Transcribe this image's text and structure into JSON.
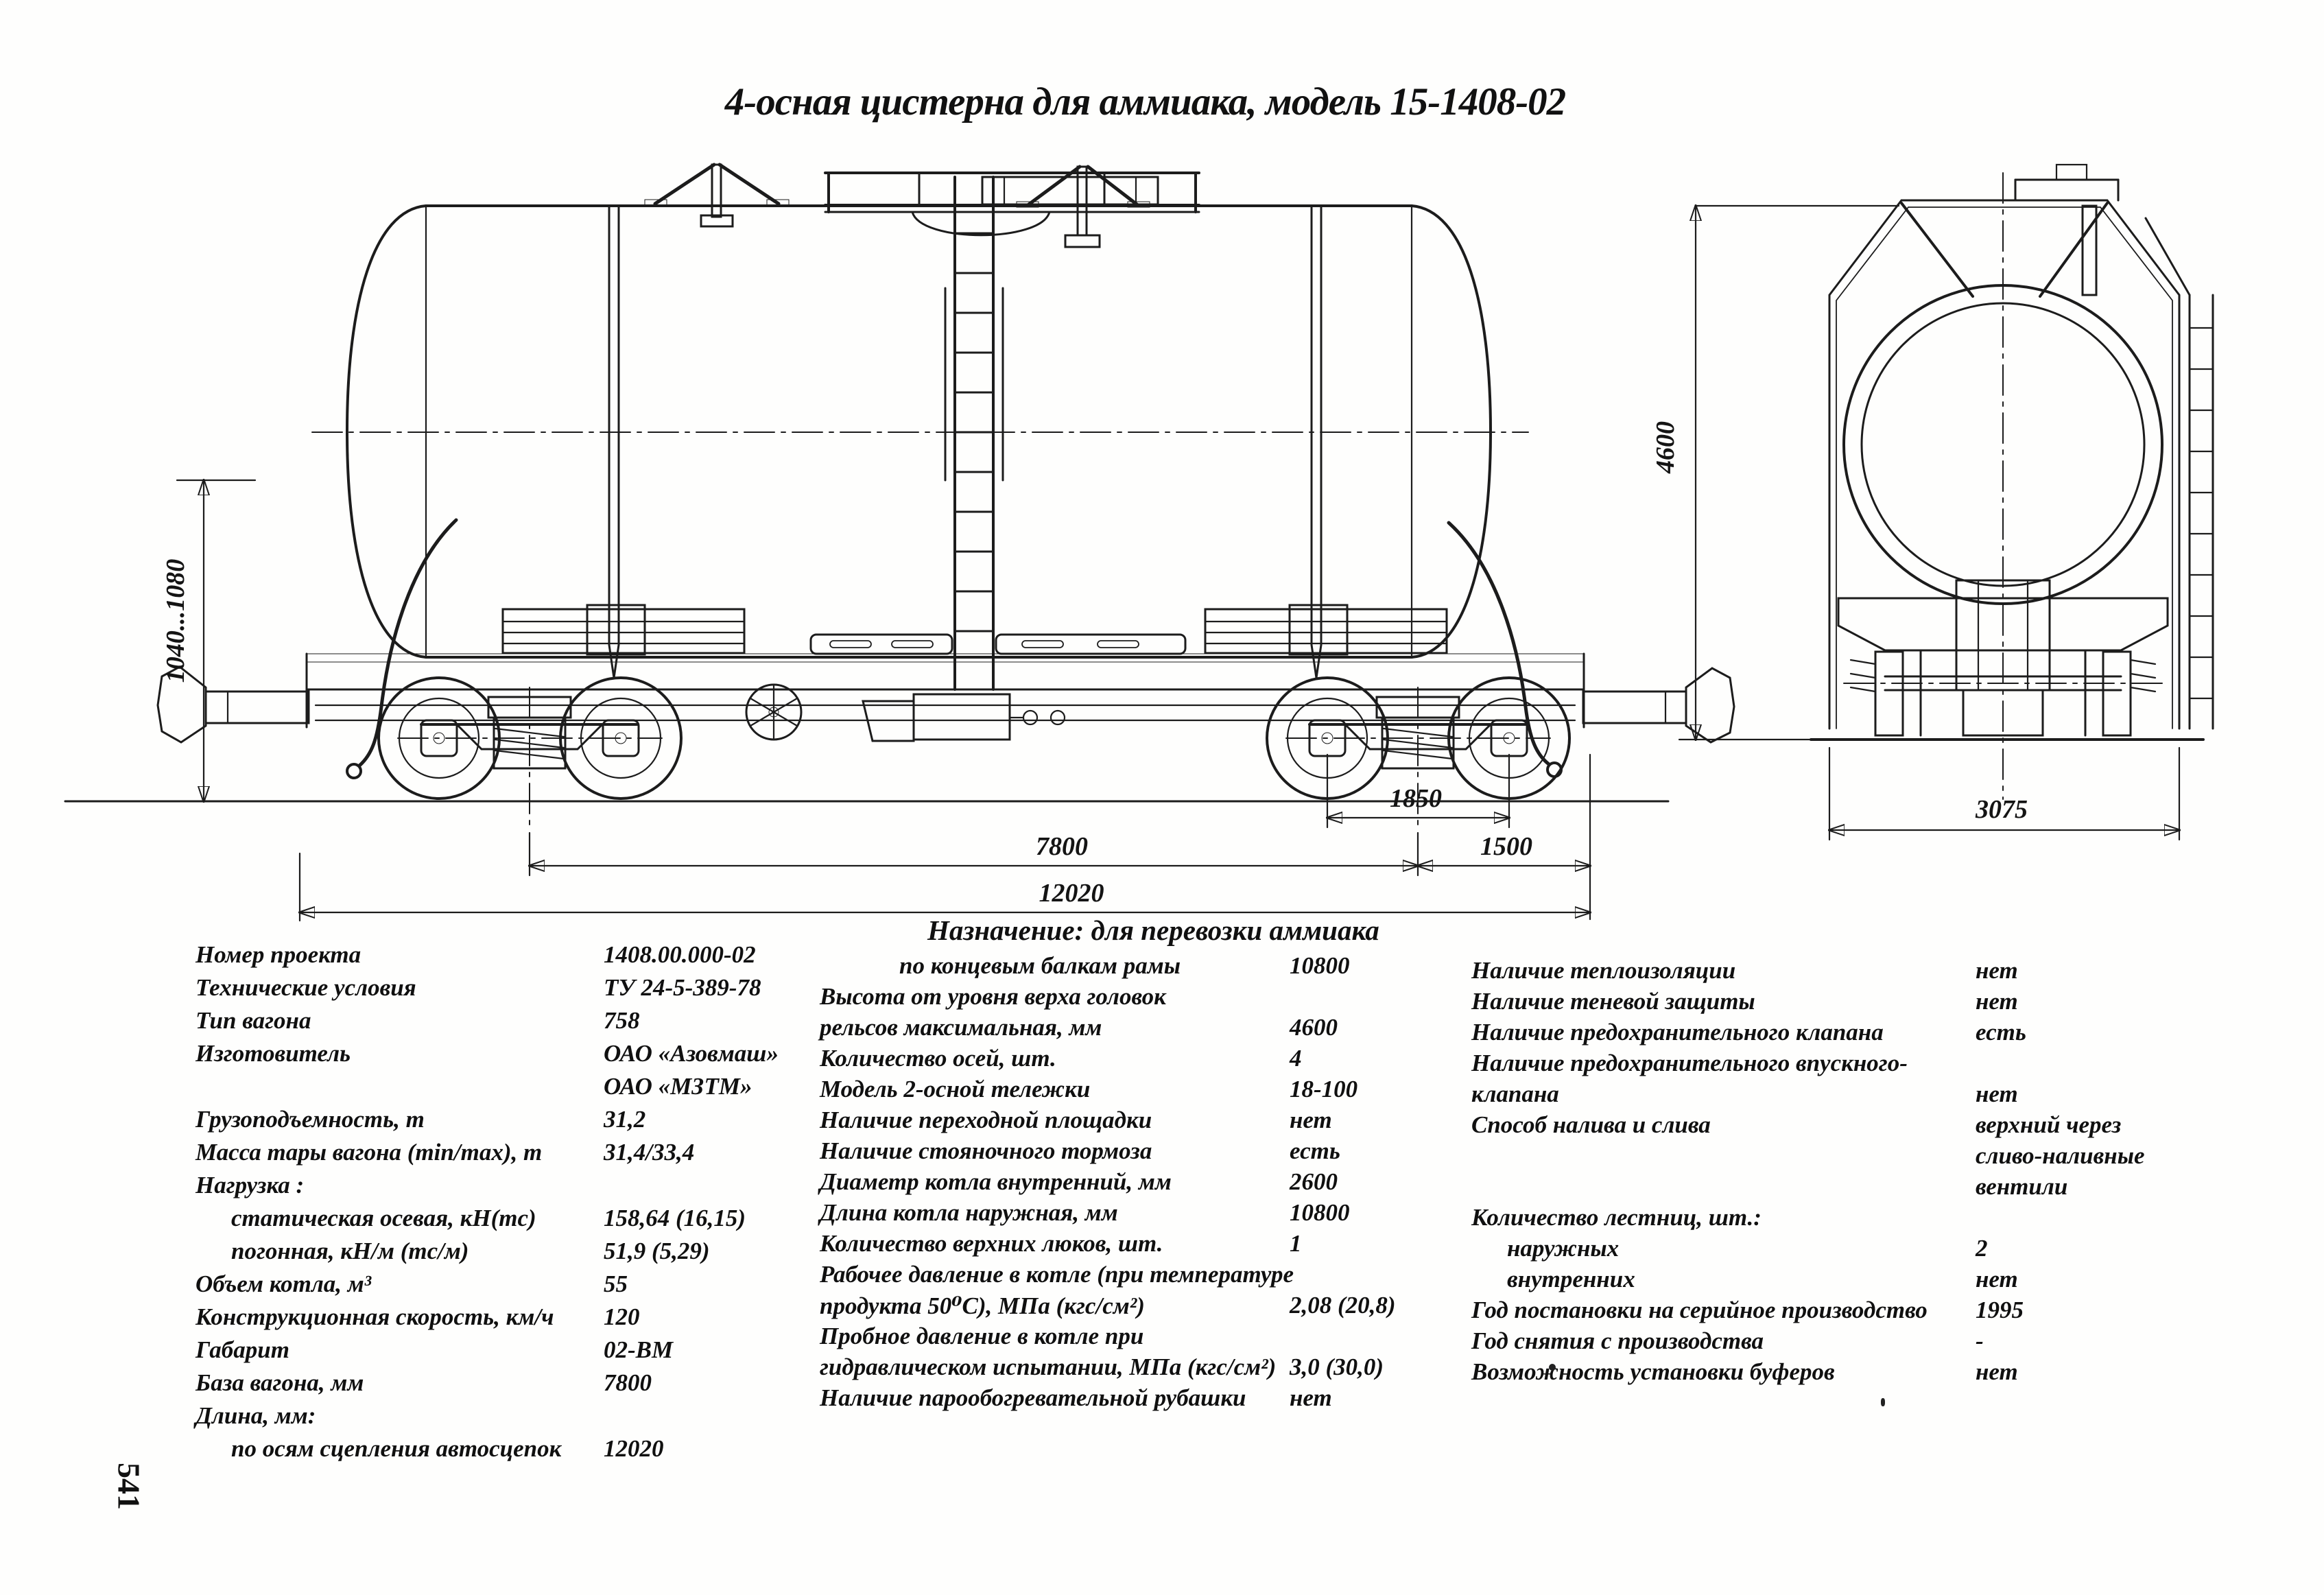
{
  "page": {
    "number": "541"
  },
  "title": "4-осная цистерна для аммиака, модель 15-1408-02",
  "drawing": {
    "side_view": {
      "dimensions": {
        "coupler_height_range": "1040...1080",
        "bogie_axle_spacing": "1850",
        "wagon_base": "7800",
        "bogie_to_coupler": "1500",
        "overall_length": "12020"
      }
    },
    "end_view": {
      "dimensions": {
        "max_height": "4600",
        "width": "3075"
      }
    }
  },
  "specs": {
    "purpose_header": "Назначение: для перевозки аммиака",
    "left": {
      "rows": [
        {
          "label": "Номер проекта",
          "value": "1408.00.000-02",
          "indent": 0
        },
        {
          "label": "Технические условия",
          "value": "ТУ 24-5-389-78",
          "indent": 0
        },
        {
          "label": "Тип вагона",
          "value": "758",
          "indent": 0
        },
        {
          "label": "Изготовитель",
          "value": "ОАО «Азовмаш»",
          "indent": 0
        },
        {
          "label": "",
          "value": "ОАО «МЗТМ»",
          "indent": 0
        },
        {
          "label": "Грузоподъемность, т",
          "value": "31,2",
          "indent": 0
        },
        {
          "label": "Масса тары вагона (min/max), т",
          "value": "31,4/33,4",
          "indent": 0
        },
        {
          "label": "Нагрузка :",
          "value": "",
          "indent": 0
        },
        {
          "label": "статическая осевая, кН(тс)",
          "value": "158,64 (16,15)",
          "indent": 1
        },
        {
          "label": "погонная, кН/м (тс/м)",
          "value": "51,9 (5,29)",
          "indent": 1
        },
        {
          "label": "Объем котла, м³",
          "value": "55",
          "indent": 0
        },
        {
          "label": "Конструкционная скорость, км/ч",
          "value": "120",
          "indent": 0
        },
        {
          "label": "Габарит",
          "value": "02-ВМ",
          "indent": 0
        },
        {
          "label": "База вагона, мм",
          "value": "7800",
          "indent": 0
        },
        {
          "label": "Длина, мм:",
          "value": "",
          "indent": 0
        },
        {
          "label": "по осям сцепления автосцепок",
          "value": "12020",
          "indent": 1
        }
      ]
    },
    "middle": {
      "rows": [
        {
          "label": "по концевым балкам рамы",
          "value": "10800",
          "indent": 2
        },
        {
          "label": "Высота от уровня верха головок",
          "value": "",
          "indent": 0
        },
        {
          "label": "рельсов максимальная, мм",
          "value": "4600",
          "indent": 0
        },
        {
          "label": "Количество осей, шт.",
          "value": "4",
          "indent": 0
        },
        {
          "label": "Модель 2-осной тележки",
          "value": "18-100",
          "indent": 0
        },
        {
          "label": "Наличие переходной площадки",
          "value": "нет",
          "indent": 0
        },
        {
          "label": "Наличие стояночного тормоза",
          "value": "есть",
          "indent": 0
        },
        {
          "label": "Диаметр котла внутренний, мм",
          "value": "2600",
          "indent": 0
        },
        {
          "label": "Длина котла наружная, мм",
          "value": "10800",
          "indent": 0
        },
        {
          "label": "Количество верхних люков, шт.",
          "value": "1",
          "indent": 0
        },
        {
          "label": "Рабочее давление в котле (при температуре",
          "value": "",
          "indent": 0
        },
        {
          "label": "продукта 50⁰С),  МПа (кгс/см²)",
          "value": "2,08 (20,8)",
          "indent": 0
        },
        {
          "label": "Пробное давление в котле при",
          "value": "",
          "indent": 0
        },
        {
          "label": "гидравлическом испытании, МПа (кгс/см²)",
          "value": "3,0 (30,0)",
          "indent": 0
        },
        {
          "label": "Наличие парообогревательной рубашки",
          "value": "нет",
          "indent": 0
        }
      ]
    },
    "right": {
      "rows": [
        {
          "label": "Наличие теплоизоляции",
          "value": "нет",
          "indent": 0
        },
        {
          "label": "Наличие теневой защиты",
          "value": "нет",
          "indent": 0
        },
        {
          "label": "Наличие предохранительного клапана",
          "value": "есть",
          "indent": 0
        },
        {
          "label": "Наличие предохранительного впускного-",
          "value": "",
          "indent": 0
        },
        {
          "label": "клапана",
          "value": "нет",
          "indent": 0
        },
        {
          "label": "Способ налива и слива",
          "value": "верхний через",
          "indent": 0
        },
        {
          "label": "",
          "value": "сливо-наливные",
          "indent": 0
        },
        {
          "label": "",
          "value": "вентили",
          "indent": 0
        },
        {
          "label": "Количество лестниц, шт.:",
          "value": "",
          "indent": 0
        },
        {
          "label": "наружных",
          "value": "2",
          "indent": 1
        },
        {
          "label": "внутренних",
          "value": "нет",
          "indent": 1
        },
        {
          "label": "Год постановки на серийное производство",
          "value": "1995",
          "indent": 0
        },
        {
          "label": "Год снятия с производства",
          "value": "-",
          "indent": 0
        },
        {
          "label": "Возможность установки буферов",
          "value": "нет",
          "indent": 0
        }
      ]
    }
  }
}
